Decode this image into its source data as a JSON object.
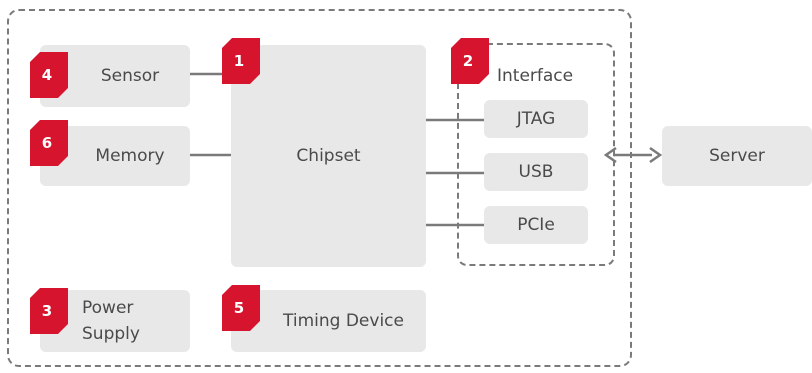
{
  "colors": {
    "badge": "#d7142e",
    "box": "#e8e8e8",
    "line": "#7a7a7a",
    "text": "#4a4a4a"
  },
  "blocks": {
    "sensor": "Sensor",
    "memory": "Memory",
    "chipset": "Chipset",
    "power_supply_line1": "Power",
    "power_supply_line2": "Supply",
    "timing_device": "Timing Device",
    "interface_title": "Interface",
    "jtag": "JTAG",
    "usb": "USB",
    "pcie": "PCIe",
    "server": "Server"
  },
  "badges": {
    "sensor": "4",
    "chipset": "1",
    "interface": "2",
    "memory": "6",
    "power_supply": "3",
    "timing_device": "5"
  }
}
